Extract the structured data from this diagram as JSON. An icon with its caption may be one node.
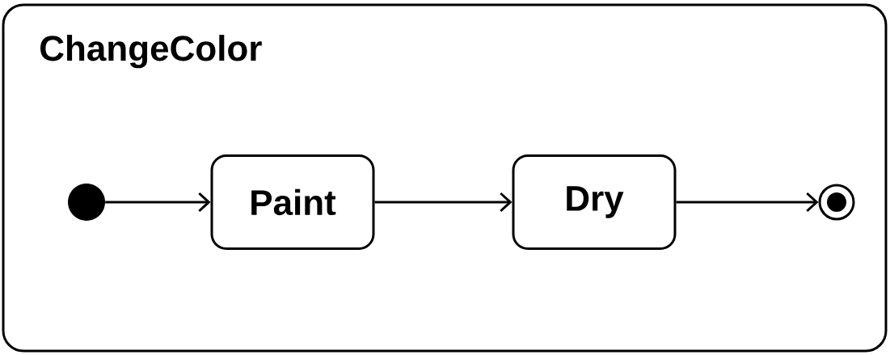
{
  "diagram": {
    "nodes": [
      {
        "text": [
          "ChangeColor"
        ]
      },
      {
        "text": [],
        "shape": "circle",
        "in": 0
      },
      {
        "text": [
          "Paint"
        ],
        "in": 0
      },
      {
        "text": [
          "Dry"
        ],
        "in": 0
      },
      {
        "text": [],
        "shape": "bullseye",
        "in": 0
      }
    ],
    "edges": [
      {
        "from": 1,
        "to": 2,
        "arrow": "to"
      },
      {
        "from": 2,
        "to": 3,
        "arrow": "to"
      },
      {
        "from": 3,
        "to": 4,
        "arrow": "to"
      }
    ]
  }
}
